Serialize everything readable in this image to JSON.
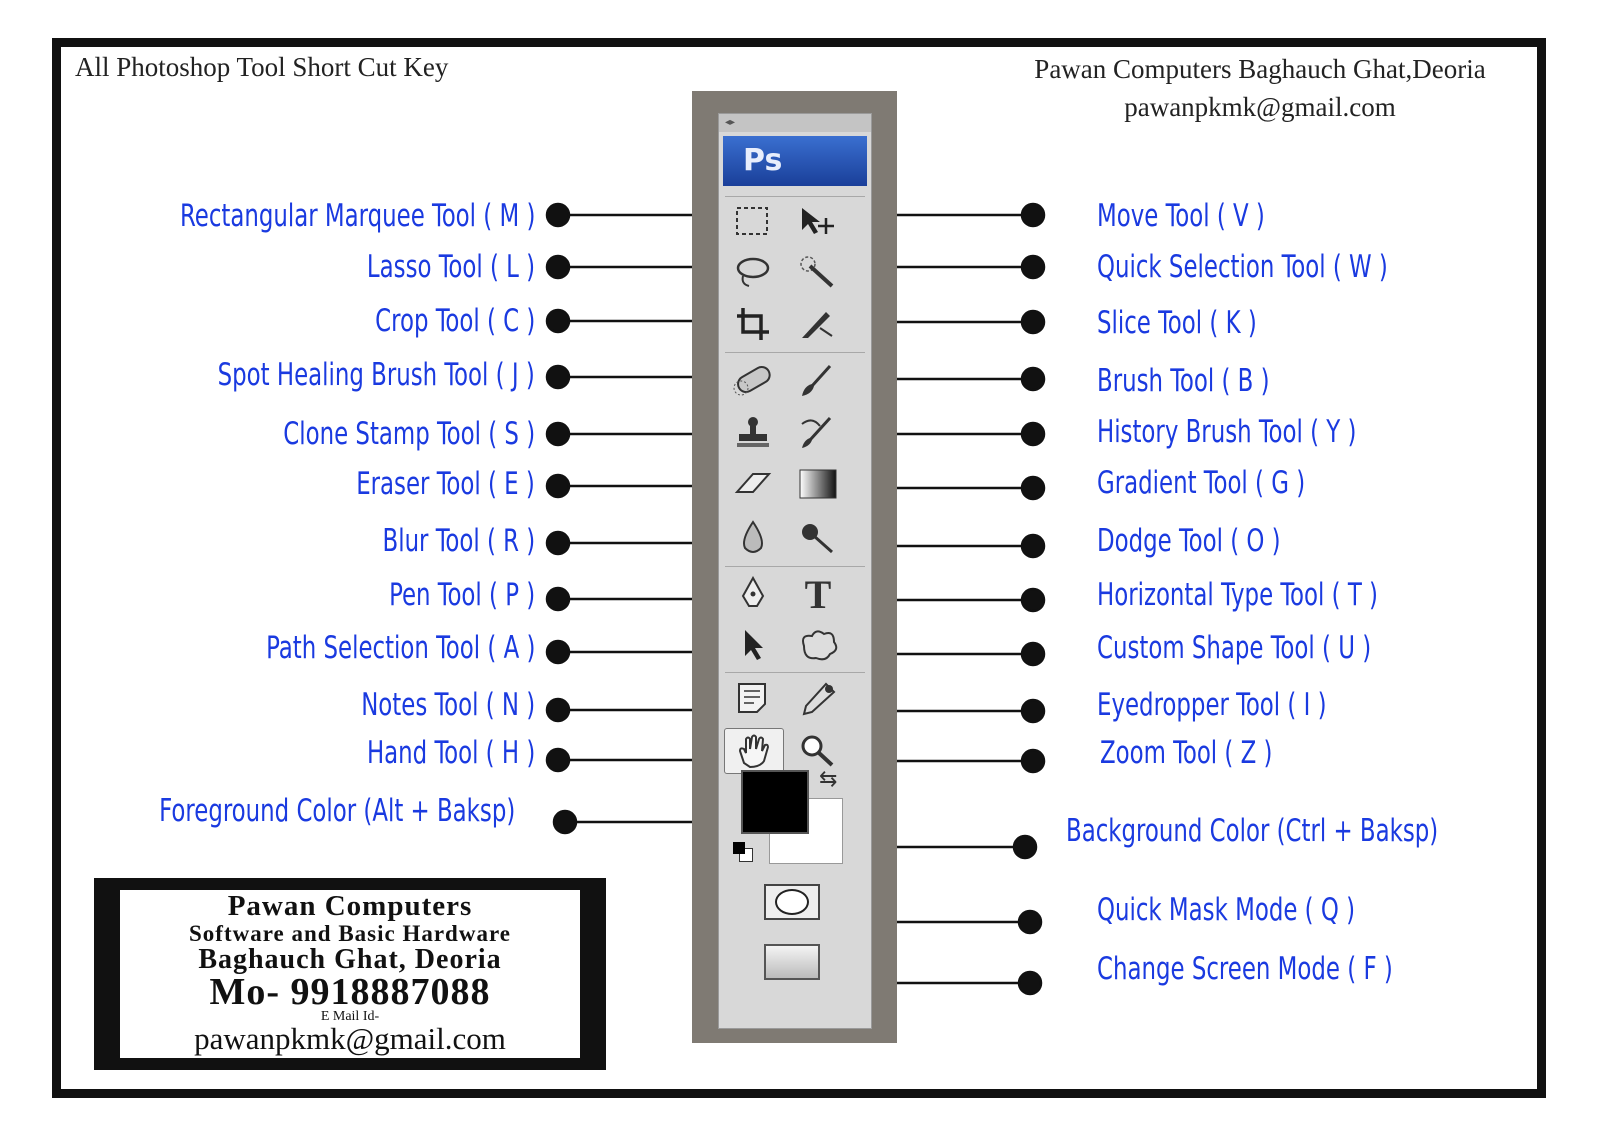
{
  "header": {
    "title": "All Photoshop Tool Short Cut Key",
    "org": "Pawan Computers Baghauch Ghat,Deoria",
    "email": "pawanpkmk@gmail.com"
  },
  "toolbar": {
    "logo": "Ps"
  },
  "left_labels": [
    "Rectangular Marquee Tool ( M )",
    "Lasso Tool ( L )",
    "Crop Tool ( C )",
    "Spot Healing Brush Tool ( J )",
    "Clone Stamp Tool ( S )",
    "Eraser Tool ( E )",
    "Blur Tool ( R )",
    "Pen Tool ( P )",
    "Path Selection Tool ( A )",
    "Notes Tool ( N )",
    "Hand Tool ( H )",
    "Foreground Color (Alt + Baksp)"
  ],
  "right_labels": [
    "Move Tool ( V )",
    "Quick Selection Tool ( W )",
    "Slice Tool ( K )",
    "Brush Tool ( B )",
    "History Brush Tool ( Y )",
    "Gradient Tool ( G )",
    "Dodge Tool ( O )",
    "Horizontal Type Tool ( T )",
    "Custom Shape Tool ( U )",
    "Eyedropper Tool ( I )",
    "Zoom Tool ( Z )",
    "Background Color (Ctrl + Baksp)",
    "Quick Mask Mode ( Q )",
    "Change Screen Mode ( F )"
  ],
  "card": {
    "line1": "Pawan Computers",
    "line2": "Software and Basic Hardware",
    "line3": "Baghauch Ghat, Deoria",
    "line4": "Mo- 9918887088",
    "line5": "E Mail Id-",
    "line6": "pawanpkmk@gmail.com"
  },
  "icons": {
    "left_col": [
      "marquee-icon",
      "lasso-icon",
      "crop-icon",
      "spot-healing-icon",
      "clone-stamp-icon",
      "eraser-icon",
      "blur-icon",
      "pen-icon",
      "path-selection-icon",
      "notes-icon",
      "hand-icon"
    ],
    "right_col": [
      "move-icon",
      "quick-selection-icon",
      "slice-icon",
      "brush-icon",
      "history-brush-icon",
      "gradient-icon",
      "dodge-icon",
      "type-icon",
      "custom-shape-icon",
      "eyedropper-icon",
      "zoom-icon"
    ]
  },
  "colors": {
    "label": "#1a3ae0",
    "toolbar_bg": "#7f7a73",
    "foreground": "#000000",
    "background": "#ffffff"
  }
}
